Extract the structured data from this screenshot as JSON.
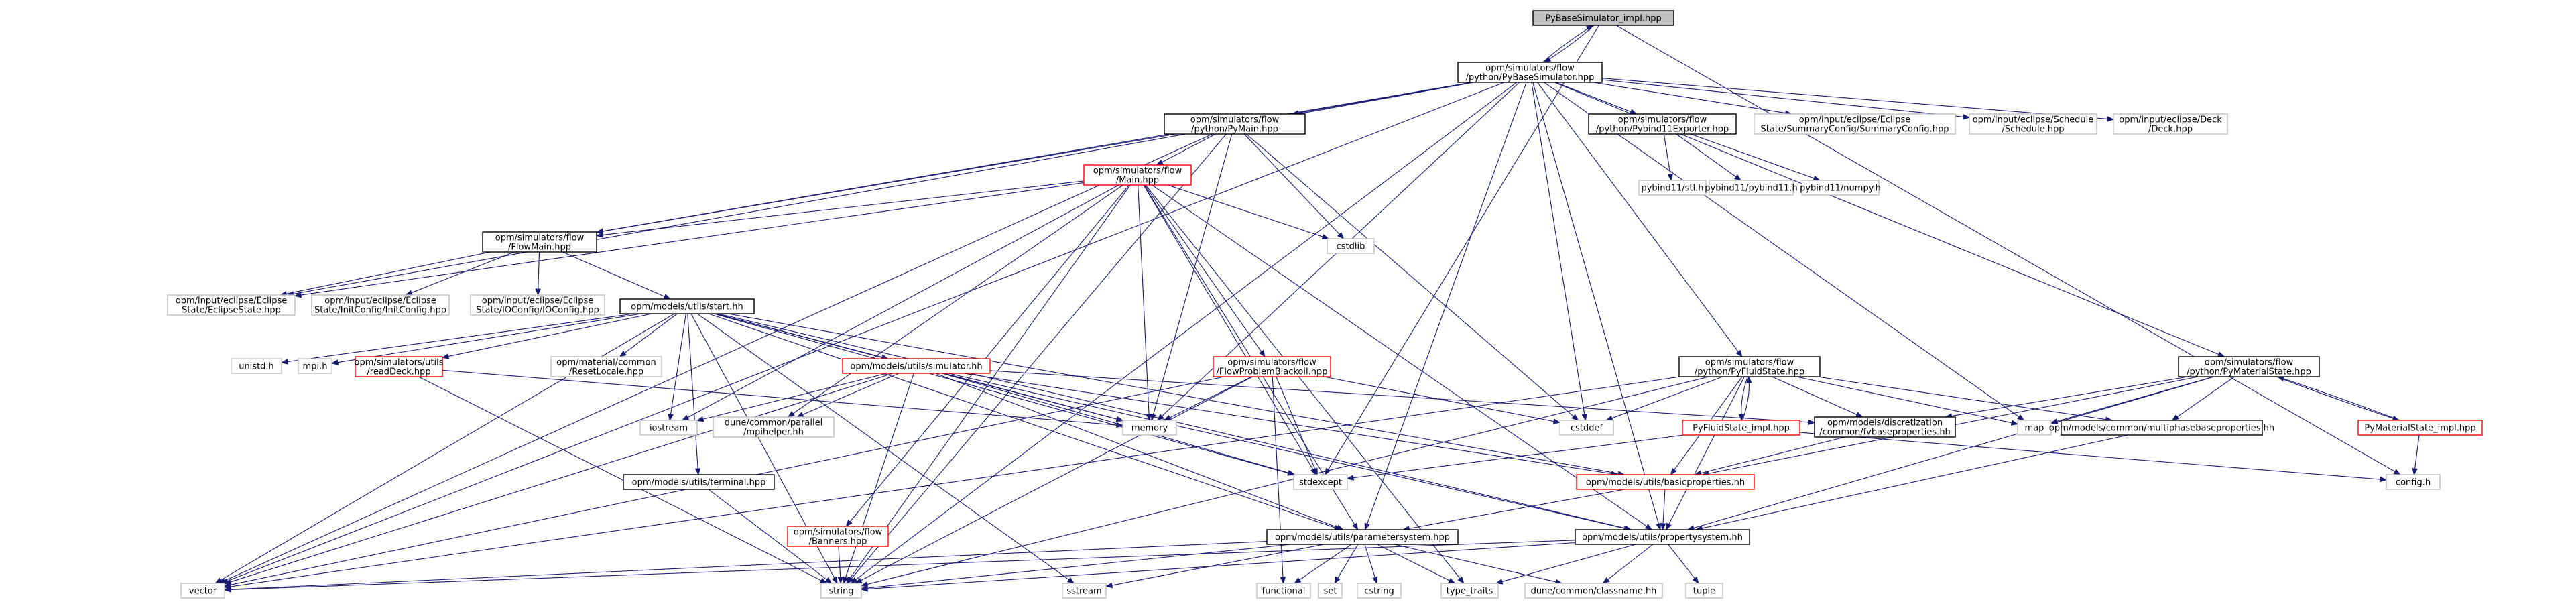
{
  "graph_title": "PyBaseSimulator_impl.hpp",
  "colors": {
    "edge": "#191970",
    "root_fill": "#bfbfbf",
    "root_border": "#000000",
    "documented_border": "#000000",
    "undocumented_border": "#ff0000",
    "external_border": "#bfbfbf",
    "text": "#000000"
  },
  "nodes": [
    {
      "id": "root",
      "lines": [
        "PyBaseSimulator_impl.hpp"
      ],
      "kind": "root"
    },
    {
      "id": "pybase",
      "lines": [
        "opm/simulators/flow",
        "/python/PyBaseSimulator.hpp"
      ],
      "kind": "documented"
    },
    {
      "id": "pymain",
      "lines": [
        "opm/simulators/flow",
        "/python/PyMain.hpp"
      ],
      "kind": "documented"
    },
    {
      "id": "pybind11exp",
      "lines": [
        "opm/simulators/flow",
        "/python/Pybind11Exporter.hpp"
      ],
      "kind": "documented"
    },
    {
      "id": "summaryconfig",
      "lines": [
        "opm/input/eclipse/Eclipse",
        "State/SummaryConfig/SummaryConfig.hpp"
      ],
      "kind": "external"
    },
    {
      "id": "schedule",
      "lines": [
        "opm/input/eclipse/Schedule",
        "/Schedule.hpp"
      ],
      "kind": "external"
    },
    {
      "id": "deck",
      "lines": [
        "opm/input/eclipse/Deck",
        "/Deck.hpp"
      ],
      "kind": "external"
    },
    {
      "id": "pybind11stl",
      "lines": [
        "pybind11/stl.h"
      ],
      "kind": "external"
    },
    {
      "id": "pybind11h",
      "lines": [
        "pybind11/pybind11.h"
      ],
      "kind": "external"
    },
    {
      "id": "pybind11numpy",
      "lines": [
        "pybind11/numpy.h"
      ],
      "kind": "external"
    },
    {
      "id": "mainhpp",
      "lines": [
        "opm/simulators/flow",
        "/Main.hpp"
      ],
      "kind": "undocumented"
    },
    {
      "id": "cstdlib",
      "lines": [
        "cstdlib"
      ],
      "kind": "external"
    },
    {
      "id": "flowmain",
      "lines": [
        "opm/simulators/flow",
        "/FlowMain.hpp"
      ],
      "kind": "documented"
    },
    {
      "id": "eclipsestate",
      "lines": [
        "opm/input/eclipse/Eclipse",
        "State/EclipseState.hpp"
      ],
      "kind": "external"
    },
    {
      "id": "initconfig",
      "lines": [
        "opm/input/eclipse/Eclipse",
        "State/InitConfig/InitConfig.hpp"
      ],
      "kind": "external"
    },
    {
      "id": "ioconfig",
      "lines": [
        "opm/input/eclipse/Eclipse",
        "State/IOConfig/IOConfig.hpp"
      ],
      "kind": "external"
    },
    {
      "id": "start",
      "lines": [
        "opm/models/utils/start.hh"
      ],
      "kind": "documented"
    },
    {
      "id": "unistd",
      "lines": [
        "unistd.h"
      ],
      "kind": "external"
    },
    {
      "id": "mpih",
      "lines": [
        "mpi.h"
      ],
      "kind": "external"
    },
    {
      "id": "readdeck",
      "lines": [
        "opm/simulators/utils",
        "/readDeck.hpp"
      ],
      "kind": "undocumented"
    },
    {
      "id": "resetlocale",
      "lines": [
        "opm/material/common",
        "/ResetLocale.hpp"
      ],
      "kind": "external"
    },
    {
      "id": "simulatorhh",
      "lines": [
        "opm/models/utils/simulator.hh"
      ],
      "kind": "undocumented"
    },
    {
      "id": "fpbo",
      "lines": [
        "opm/simulators/flow",
        "/FlowProblemBlackoil.hpp"
      ],
      "kind": "undocumented"
    },
    {
      "id": "pyfluid",
      "lines": [
        "opm/simulators/flow",
        "/python/PyFluidState.hpp"
      ],
      "kind": "documented"
    },
    {
      "id": "pymaterial",
      "lines": [
        "opm/simulators/flow",
        "/python/PyMaterialState.hpp"
      ],
      "kind": "documented"
    },
    {
      "id": "iostream",
      "lines": [
        "iostream"
      ],
      "kind": "external"
    },
    {
      "id": "mpihelper",
      "lines": [
        "dune/common/parallel",
        "/mpihelper.hh"
      ],
      "kind": "external"
    },
    {
      "id": "memory",
      "lines": [
        "memory"
      ],
      "kind": "external"
    },
    {
      "id": "cstddef",
      "lines": [
        "cstddef"
      ],
      "kind": "external"
    },
    {
      "id": "pyfluidimpl",
      "lines": [
        "PyFluidState_impl.hpp"
      ],
      "kind": "undocumented"
    },
    {
      "id": "fvbase",
      "lines": [
        "opm/models/discretization",
        "/common/fvbaseproperties.hh"
      ],
      "kind": "documented"
    },
    {
      "id": "map",
      "lines": [
        "map"
      ],
      "kind": "external"
    },
    {
      "id": "multiphase",
      "lines": [
        "opm/models/common/multiphasebaseproperties.hh"
      ],
      "kind": "documented"
    },
    {
      "id": "pymaterialimpl",
      "lines": [
        "PyMaterialState_impl.hpp"
      ],
      "kind": "undocumented"
    },
    {
      "id": "terminal",
      "lines": [
        "opm/models/utils/terminal.hpp"
      ],
      "kind": "documented"
    },
    {
      "id": "stdexcept",
      "lines": [
        "stdexcept"
      ],
      "kind": "external"
    },
    {
      "id": "basicprops",
      "lines": [
        "opm/models/utils/basicproperties.hh"
      ],
      "kind": "undocumented"
    },
    {
      "id": "confighdr",
      "lines": [
        "config.h"
      ],
      "kind": "external"
    },
    {
      "id": "banners",
      "lines": [
        "opm/simulators/flow",
        "/Banners.hpp"
      ],
      "kind": "undocumented"
    },
    {
      "id": "paramsys",
      "lines": [
        "opm/models/utils/parametersystem.hpp"
      ],
      "kind": "documented"
    },
    {
      "id": "propsys",
      "lines": [
        "opm/models/utils/propertysystem.hh"
      ],
      "kind": "documented"
    },
    {
      "id": "vector",
      "lines": [
        "vector"
      ],
      "kind": "external"
    },
    {
      "id": "string",
      "lines": [
        "string"
      ],
      "kind": "external"
    },
    {
      "id": "sstream",
      "lines": [
        "sstream"
      ],
      "kind": "external"
    },
    {
      "id": "functional",
      "lines": [
        "functional"
      ],
      "kind": "external"
    },
    {
      "id": "set",
      "lines": [
        "set"
      ],
      "kind": "external"
    },
    {
      "id": "cstring",
      "lines": [
        "cstring"
      ],
      "kind": "external"
    },
    {
      "id": "typetraits",
      "lines": [
        "type_traits"
      ],
      "kind": "external"
    },
    {
      "id": "classname",
      "lines": [
        "dune/common/classname.hh"
      ],
      "kind": "external"
    },
    {
      "id": "tuple",
      "lines": [
        "tuple"
      ],
      "kind": "external"
    }
  ],
  "edges": [
    [
      "root",
      "pybase"
    ],
    [
      "pybase",
      "root"
    ],
    [
      "root",
      "confighdr"
    ],
    [
      "root",
      "stdexcept"
    ],
    [
      "pybase",
      "pymain"
    ],
    [
      "pybase",
      "pybind11exp"
    ],
    [
      "pybase",
      "summaryconfig"
    ],
    [
      "pybase",
      "schedule"
    ],
    [
      "pybase",
      "deck"
    ],
    [
      "pybase",
      "flowmain"
    ],
    [
      "pybase",
      "eclipsestate"
    ],
    [
      "pybase",
      "memory"
    ],
    [
      "pybase",
      "pyfluid"
    ],
    [
      "pybase",
      "pymaterial"
    ],
    [
      "pybase",
      "paramsys"
    ],
    [
      "pybase",
      "propsys"
    ],
    [
      "pybase",
      "vector"
    ],
    [
      "pybase",
      "string"
    ],
    [
      "pybase",
      "map"
    ],
    [
      "pybase",
      "cstddef"
    ],
    [
      "pybind11exp",
      "pybind11stl"
    ],
    [
      "pybind11exp",
      "pybind11h"
    ],
    [
      "pybind11exp",
      "pybind11numpy"
    ],
    [
      "pymain",
      "mainhpp"
    ],
    [
      "pymain",
      "flowmain"
    ],
    [
      "pymain",
      "cstdlib"
    ],
    [
      "pymain",
      "memory"
    ],
    [
      "pymain",
      "vector"
    ],
    [
      "pymain",
      "string"
    ],
    [
      "pymain",
      "cstddef"
    ],
    [
      "mainhpp",
      "flowmain"
    ],
    [
      "mainhpp",
      "eclipsestate"
    ],
    [
      "mainhpp",
      "cstdlib"
    ],
    [
      "mainhpp",
      "fpbo"
    ],
    [
      "mainhpp",
      "banners"
    ],
    [
      "mainhpp",
      "iostream"
    ],
    [
      "mainhpp",
      "mpihelper"
    ],
    [
      "mainhpp",
      "memory"
    ],
    [
      "mainhpp",
      "stdexcept"
    ],
    [
      "mainhpp",
      "string"
    ],
    [
      "mainhpp",
      "typetraits"
    ],
    [
      "mainhpp",
      "paramsys"
    ],
    [
      "mainhpp",
      "propsys"
    ],
    [
      "flowmain",
      "eclipsestate"
    ],
    [
      "flowmain",
      "initconfig"
    ],
    [
      "flowmain",
      "ioconfig"
    ],
    [
      "flowmain",
      "start"
    ],
    [
      "start",
      "unistd"
    ],
    [
      "start",
      "mpih"
    ],
    [
      "start",
      "readdeck"
    ],
    [
      "start",
      "resetlocale"
    ],
    [
      "start",
      "simulatorhh"
    ],
    [
      "start",
      "iostream"
    ],
    [
      "start",
      "terminal"
    ],
    [
      "start",
      "paramsys"
    ],
    [
      "start",
      "propsys"
    ],
    [
      "start",
      "vector"
    ],
    [
      "start",
      "string"
    ],
    [
      "start",
      "sstream"
    ],
    [
      "start",
      "memory"
    ],
    [
      "start",
      "basicprops"
    ],
    [
      "start",
      "stdexcept"
    ],
    [
      "readdeck",
      "memory"
    ],
    [
      "readdeck",
      "string"
    ],
    [
      "simulatorhh",
      "iostream"
    ],
    [
      "simulatorhh",
      "mpihelper"
    ],
    [
      "simulatorhh",
      "memory"
    ],
    [
      "simulatorhh",
      "fvbase"
    ],
    [
      "simulatorhh",
      "basicprops"
    ],
    [
      "simulatorhh",
      "paramsys"
    ],
    [
      "simulatorhh",
      "propsys"
    ],
    [
      "simulatorhh",
      "vector"
    ],
    [
      "simulatorhh",
      "string"
    ],
    [
      "simulatorhh",
      "stdexcept"
    ],
    [
      "fpbo",
      "memory"
    ],
    [
      "fpbo",
      "stdexcept"
    ],
    [
      "fpbo",
      "cstddef"
    ],
    [
      "fpbo",
      "functional"
    ],
    [
      "fpbo",
      "string"
    ],
    [
      "fpbo",
      "vector"
    ],
    [
      "pyfluid",
      "pyfluidimpl"
    ],
    [
      "pyfluidimpl",
      "pyfluid"
    ],
    [
      "pyfluid",
      "fvbase"
    ],
    [
      "pyfluid",
      "map"
    ],
    [
      "pyfluid",
      "multiphase"
    ],
    [
      "pyfluid",
      "cstddef"
    ],
    [
      "pyfluid",
      "basicprops"
    ],
    [
      "pyfluid",
      "propsys"
    ],
    [
      "pyfluid",
      "string"
    ],
    [
      "pyfluid",
      "vector"
    ],
    [
      "pyfluidimpl",
      "stdexcept"
    ],
    [
      "pyfluidimpl",
      "confighdr"
    ],
    [
      "pymaterial",
      "pymaterialimpl"
    ],
    [
      "pymaterialimpl",
      "pymaterial"
    ],
    [
      "pymaterial",
      "multiphase"
    ],
    [
      "pymaterial",
      "fvbase"
    ],
    [
      "pymaterial",
      "map"
    ],
    [
      "pymaterial",
      "basicprops"
    ],
    [
      "pymaterial",
      "propsys"
    ],
    [
      "pymaterialimpl",
      "confighdr"
    ],
    [
      "fvbase",
      "basicprops"
    ],
    [
      "multiphase",
      "propsys"
    ],
    [
      "basicprops",
      "paramsys"
    ],
    [
      "basicprops",
      "propsys"
    ],
    [
      "terminal",
      "string"
    ],
    [
      "banners",
      "string"
    ],
    [
      "paramsys",
      "vector"
    ],
    [
      "paramsys",
      "string"
    ],
    [
      "paramsys",
      "sstream"
    ],
    [
      "paramsys",
      "functional"
    ],
    [
      "paramsys",
      "set"
    ],
    [
      "paramsys",
      "cstring"
    ],
    [
      "paramsys",
      "typetraits"
    ],
    [
      "paramsys",
      "classname"
    ],
    [
      "propsys",
      "typetraits"
    ],
    [
      "propsys",
      "classname"
    ],
    [
      "propsys",
      "tuple"
    ],
    [
      "propsys",
      "string"
    ],
    [
      "propsys",
      "vector"
    ]
  ]
}
